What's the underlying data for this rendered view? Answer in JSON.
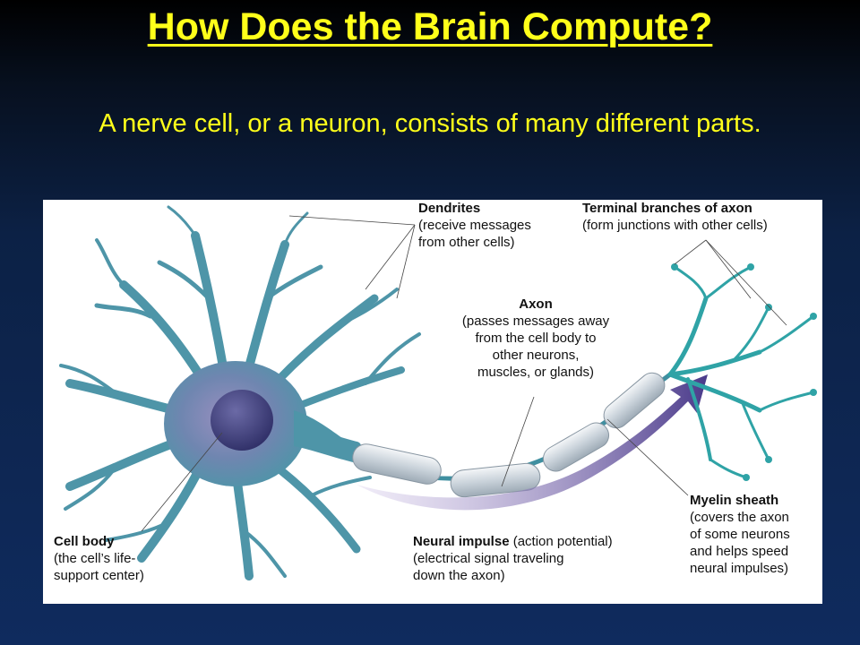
{
  "slide": {
    "title": "How Does the Brain Compute?",
    "subtitle": "A nerve cell, or a neuron, consists of many different parts."
  },
  "colors": {
    "title_text": "#ffff1a",
    "background_top": "#000000",
    "background_bottom": "#0f2b5e",
    "neuron_teal": "#3f8fa0",
    "cell_body_purple": "#5a5a8e",
    "impulse_arrow": "#4a3a8a"
  },
  "diagram": {
    "dendrites": {
      "name": "Dendrites",
      "desc_1": "(receive messages",
      "desc_2": "from other cells)"
    },
    "terminal_branches": {
      "name": "Terminal branches of axon",
      "desc_1": "(form junctions with other cells)"
    },
    "axon": {
      "name": "Axon",
      "desc_1": "(passes messages away",
      "desc_2": "from the cell body to",
      "desc_3": "other neurons,",
      "desc_4": "muscles, or glands)"
    },
    "myelin_sheath": {
      "name": "Myelin sheath",
      "desc_1": "(covers the axon",
      "desc_2": "of some neurons",
      "desc_3": "and helps speed",
      "desc_4": "neural impulses)"
    },
    "cell_body": {
      "name": "Cell body",
      "desc_1": "(the cell’s life-",
      "desc_2": "support center)"
    },
    "neural_impulse": {
      "name": "Neural impulse",
      "desc_inline": " (action potential)",
      "desc_1": "(electrical signal traveling",
      "desc_2": "down the axon)"
    }
  }
}
